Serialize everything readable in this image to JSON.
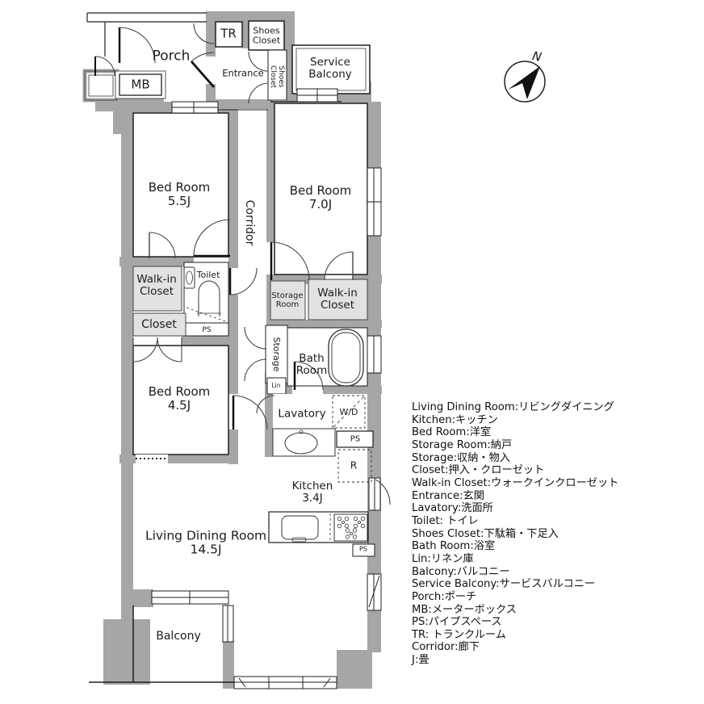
{
  "compass": {
    "north": "N"
  },
  "plan": {
    "porch": "Porch",
    "tr": "TR",
    "mb": "MB",
    "shoes_closet_line1": "Shoes",
    "shoes_closet_line2": "Closet",
    "entrance": "Entrance",
    "service_balcony_line1": "Service",
    "service_balcony_line2": "Balcony",
    "bedroom1_name": "Bed Room",
    "bedroom1_size": "5.5J",
    "bedroom2_name": "Bed Room",
    "bedroom2_size": "7.0J",
    "bedroom3_name": "Bed Room",
    "bedroom3_size": "4.5J",
    "corridor": "Corridor",
    "walkin_line1": "Walk-in",
    "walkin_line2": "Closet",
    "toilet": "Toilet",
    "closet": "Closet",
    "storage_room_line1": "Storage",
    "storage_room_line2": "Room",
    "storage": "Storage",
    "bath_line1": "Bath",
    "bath_line2": "Room",
    "lin": "Lin",
    "lavatory": "Lavatory",
    "wd": "W/D",
    "r": "R",
    "ps": "PS",
    "kitchen_name": "Kitchen",
    "kitchen_size": "3.4J",
    "living_name": "Living Dining Room",
    "living_size": "14.5J",
    "balcony": "Balcony"
  },
  "legend": {
    "lines": [
      "Living Dining Room:リビングダイニング",
      "Kitchen:キッチン",
      "Bed Room:洋室",
      "Storage Room:納戸",
      "Storage:収納・物入",
      "Closet:押入・クローゼット",
      "Walk-in Closet:ウォークインクローゼット",
      "Entrance:玄関",
      "Lavatory:洗面所",
      "Toilet: トイレ",
      "Shoes Closet:下駄箱・下足入",
      "Bath Room:浴室",
      "Lin:リネン庫",
      "Balcony:バルコニー",
      "Service Balcony:サービスバルコニー",
      "Porch:ポーチ",
      "MB:メーターボックス",
      "PS:パイプスペース",
      "TR: トランクルーム",
      "Corridor:廊下",
      "J:畳"
    ]
  },
  "colors": {
    "wall": "#a6a6a6",
    "closet_fill": "#e2e2e2",
    "line": "#1f1f1f"
  }
}
